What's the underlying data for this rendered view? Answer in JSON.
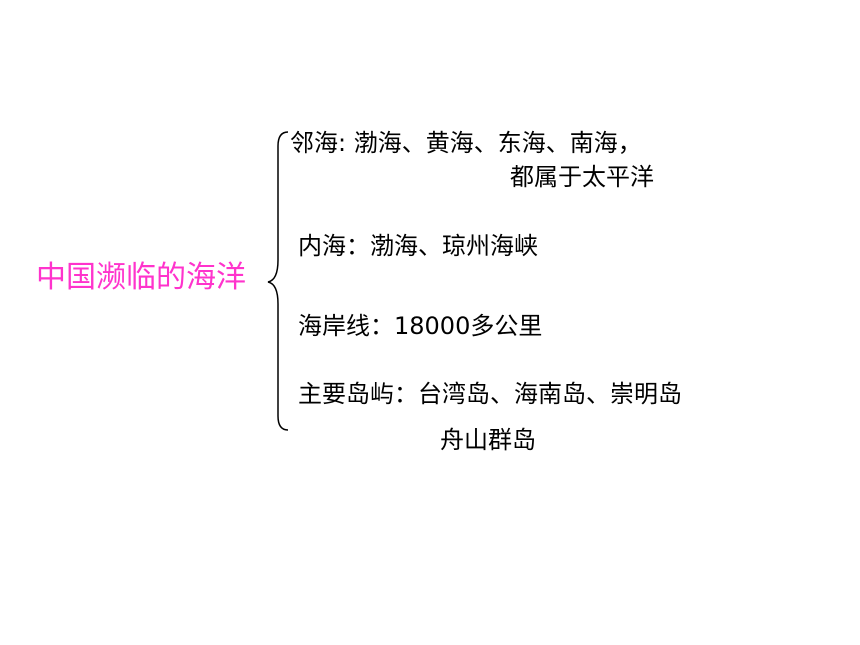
{
  "diagram": {
    "root": {
      "label": "中国濒临的海洋",
      "color": "#ff33cc"
    },
    "branches": [
      {
        "lines": [
          "邻海: 渤海、黄海、东海、南海，",
          "都属于太平洋"
        ]
      },
      {
        "lines": [
          "内海：渤海、琼州海峡"
        ]
      },
      {
        "lines": [
          "海岸线：18000多公里"
        ]
      },
      {
        "lines": [
          "主要岛屿：台湾岛、海南岛、崇明岛",
          "舟山群岛"
        ]
      }
    ],
    "text_color": "#000000",
    "brace_color": "#000000"
  }
}
